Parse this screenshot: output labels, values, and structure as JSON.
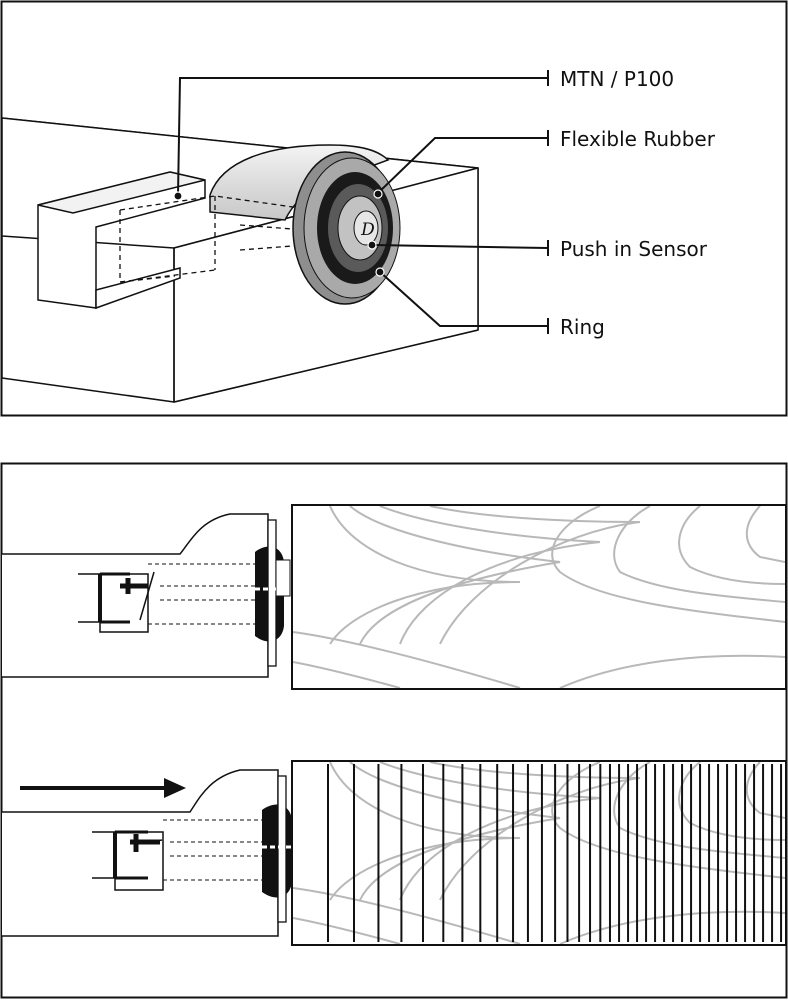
{
  "callouts": {
    "mtn": "MTN / P100",
    "rubber": "Flexible Rubber",
    "sensor": "Push in Sensor",
    "ring": "Ring"
  },
  "sensor_letter": "D",
  "colors": {
    "line": "#111111",
    "ring_gray": "#9a9a9a",
    "rubber_dark": "#1a1a1a",
    "grain": "#b8b8b8",
    "moisture_lines": "#111111"
  },
  "icons": [
    "arrow-right-icon"
  ]
}
